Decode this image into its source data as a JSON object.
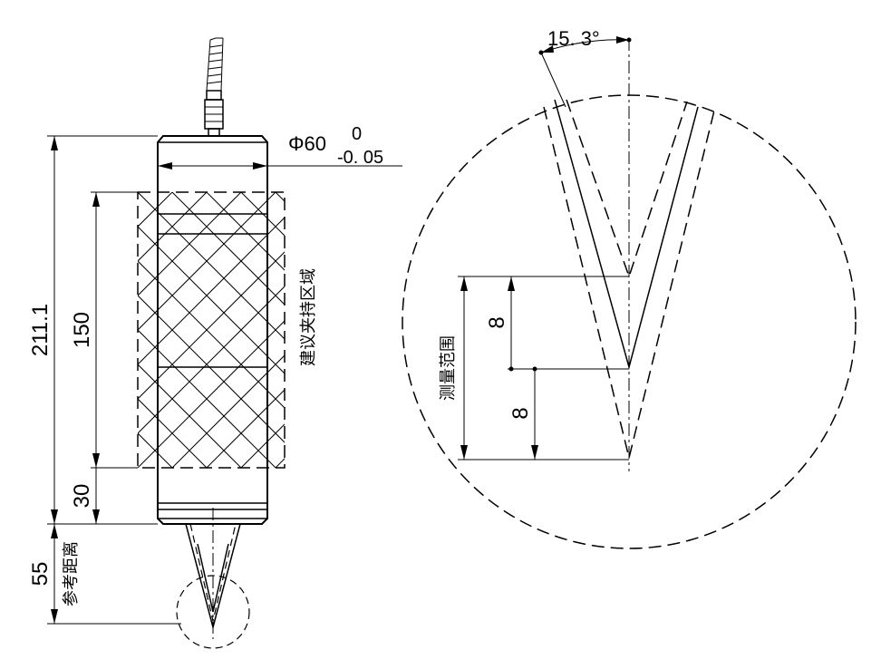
{
  "labels": {
    "diameter_symbol": "Φ60",
    "tol_upper": "0",
    "tol_lower": "-0. 05",
    "length_total": "211.1",
    "length_grip": "150",
    "length_bottom": "30",
    "ref_distance": "55",
    "ref_distance_label": "参考距离",
    "grip_label": "建议夹持区域",
    "angle": "15. 3°",
    "range_label": "测量范围",
    "range_upper": "8",
    "range_lower": "8"
  }
}
